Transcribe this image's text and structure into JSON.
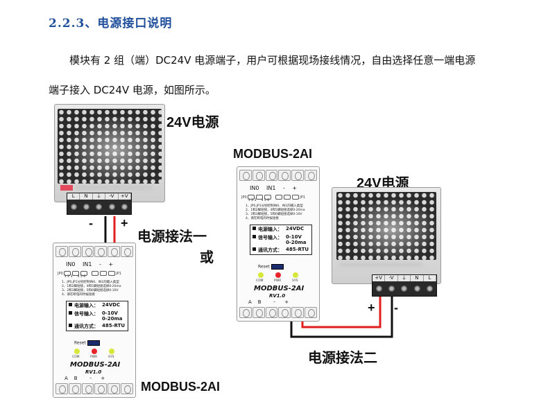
{
  "heading": "2.2.3、电源接口说明",
  "paragraph": {
    "line1": "模块有 2 组（端）DC24V 电源端子，用户可根据现场接线情况，自由选择任意一端电源",
    "line2": "端子接入 DC24V 电源，如图所示。"
  },
  "labels": {
    "psu_label_1": "24V电源",
    "psu_label_2": "24V电源",
    "module_label_top": "MODBUS-2AI",
    "module_label_bottom": "MODBUS-2AI",
    "wiring_method_1": "电源接法一",
    "or_text": "或",
    "wiring_method_2": "电源接法二",
    "minus_1": "-",
    "plus_1": "+",
    "plus_2": "+",
    "minus_2": "-"
  },
  "psu_terminals": [
    "L",
    "N",
    "⏚",
    "-V",
    "+V"
  ],
  "psu2_terminals": [
    "+V",
    "-V",
    "⏚",
    "N",
    "L"
  ],
  "module": {
    "top_terms": [
      "IN0",
      "IN1",
      "-",
      "+"
    ],
    "bottom_terms": [
      "A",
      "B",
      "-",
      "+"
    ],
    "jp_left": "JP0",
    "jp_right": "JP1",
    "jp_nums_left": "1 2 3",
    "jp_nums_right": "4 5 6",
    "notes": [
      "1、JP0,JP1分别控制IN0、IN1的输入类型",
      "2、1和2脚短接，4和5脚短接选择0-20ma",
      "3、2和3脚短接，5和6脚短接选择0-10V",
      "4、请在断电的时候短接"
    ],
    "spec_power_key": "电源输入：",
    "spec_power_val": "24VDC",
    "spec_signal_key": "信号输入：",
    "spec_signal_val1": "0-10V",
    "spec_signal_val2": "0-20ma",
    "spec_comm_key": "通讯方式：",
    "spec_comm_val": "485-RTU",
    "reset": "Reset",
    "led_labels": [
      "COM",
      "PWR",
      "SYS"
    ],
    "name": "MODBUS-2AI",
    "version": "RV1.0"
  },
  "colors": {
    "heading": "#1f4e9c",
    "wire_red": "#e01e1e",
    "wire_black": "#111111",
    "led_com": "#d7e83a",
    "led_pwr": "#e8242a",
    "led_sys": "#d7e83a"
  }
}
